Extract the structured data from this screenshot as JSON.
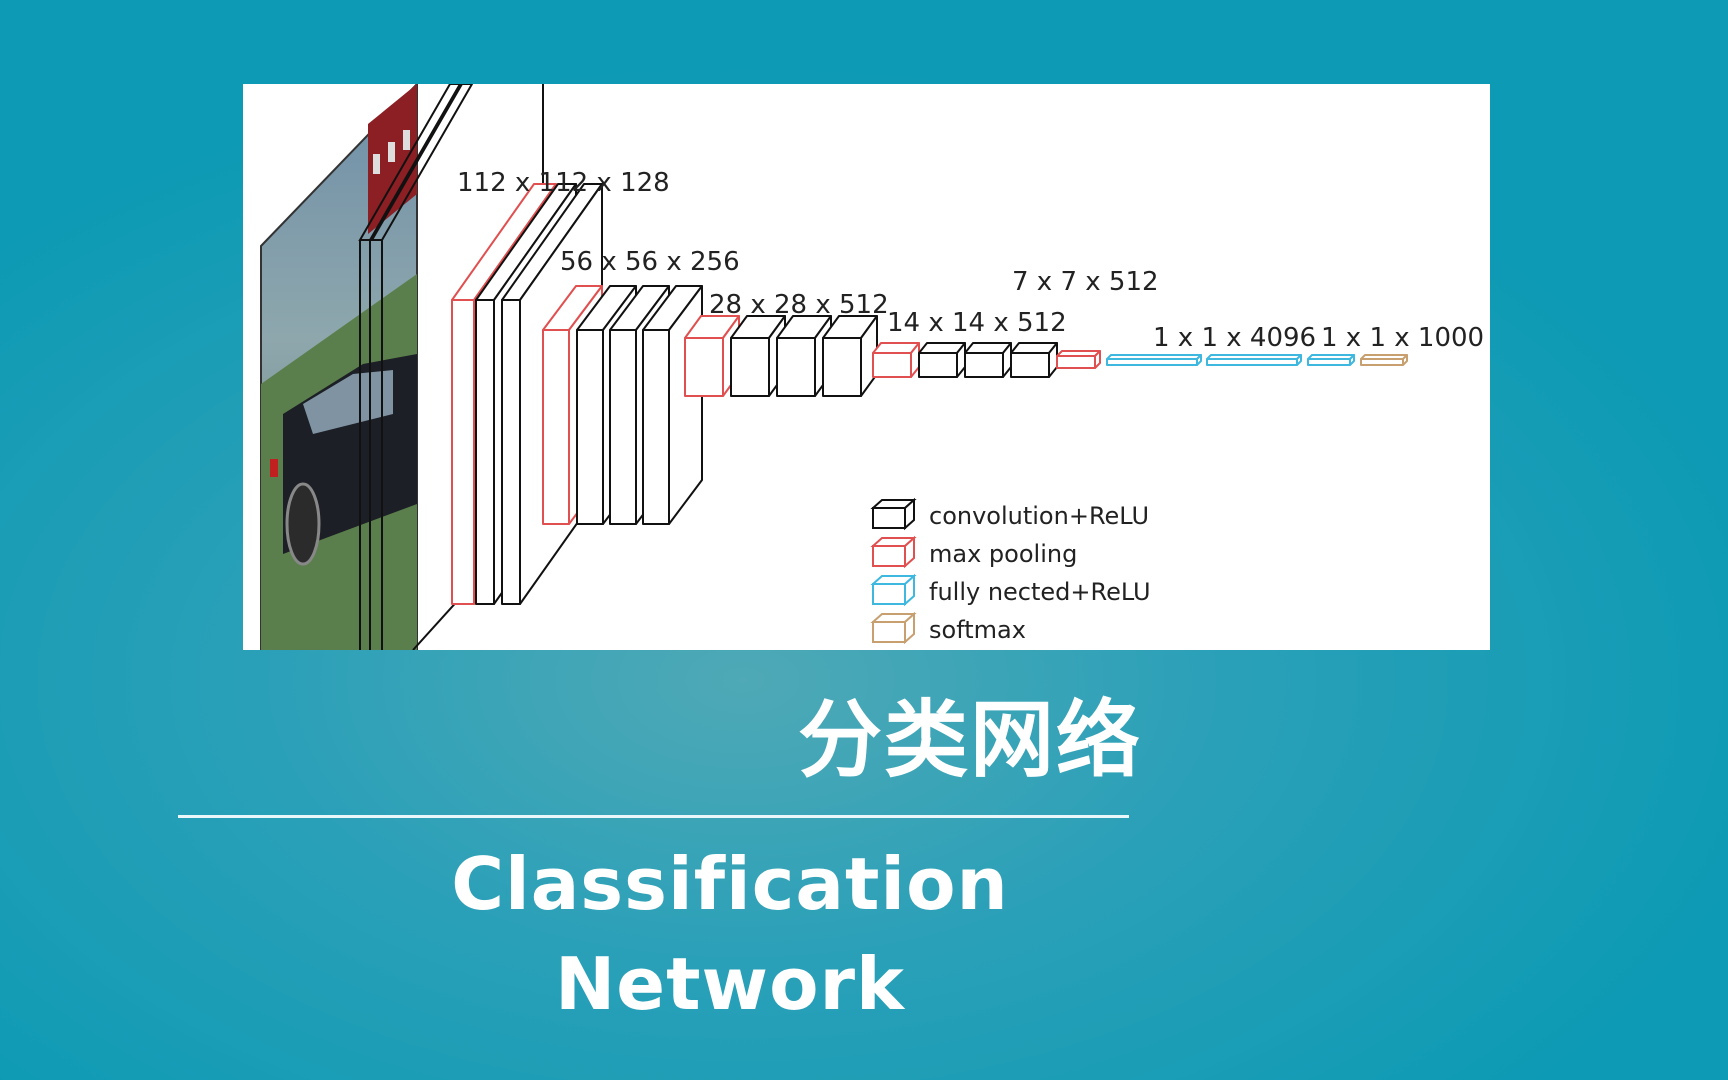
{
  "diagram": {
    "stage_labels": [
      "112 x 112 x 128",
      "56 x 56 x 256",
      "28 x 28 x 512",
      "14 x 14 x 512",
      "7 x 7 x 512",
      "1 x 1 x 4096",
      "1 x 1 x 1000"
    ],
    "legend": [
      {
        "label": "convolution+ReLU",
        "color": "#111111"
      },
      {
        "label": "max pooling",
        "color": "#e05050"
      },
      {
        "label": "fully nected+ReLU",
        "color": "#3fb8e0"
      },
      {
        "label": "softmax",
        "color": "#c8a070"
      }
    ]
  },
  "titles": {
    "chinese": "分类网络",
    "english": "Classification Network"
  },
  "colors": {
    "conv": "#111111",
    "pool": "#e05050",
    "fc": "#3fb8e0",
    "softmax": "#c8a070",
    "background": "#1aa0b8"
  }
}
